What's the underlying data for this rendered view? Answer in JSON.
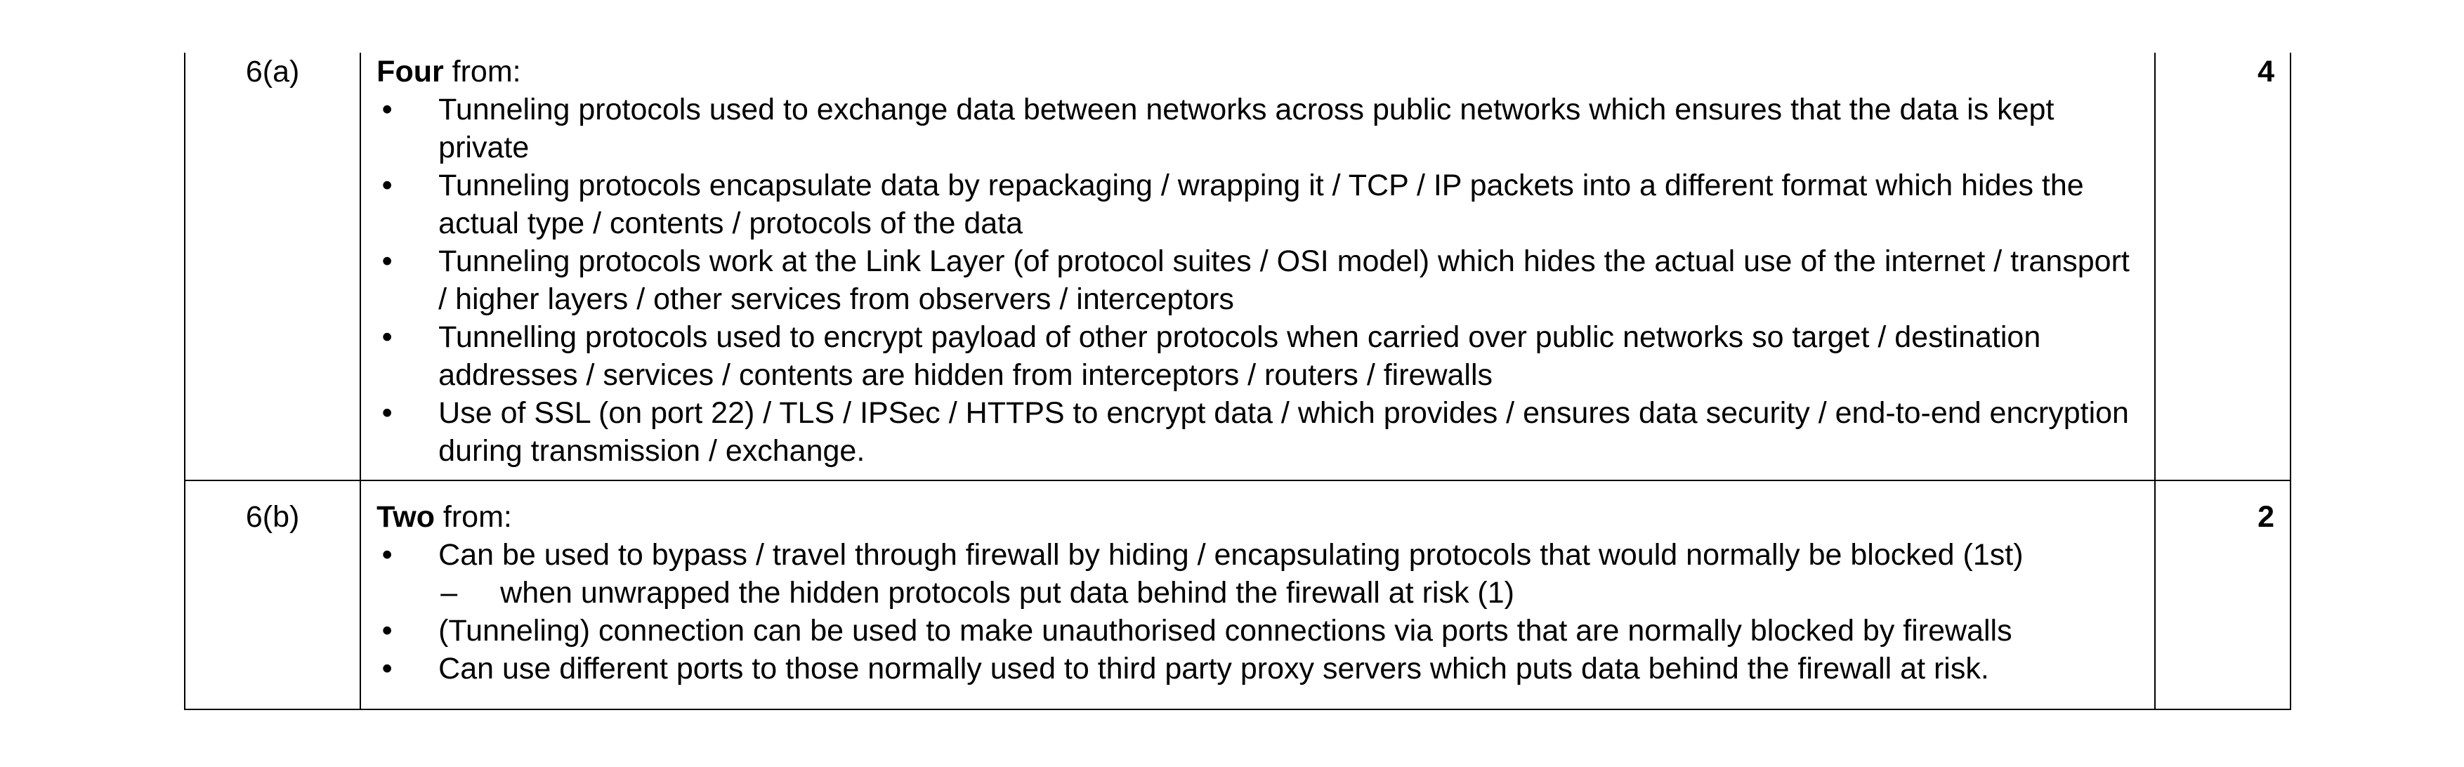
{
  "rows": [
    {
      "question": "6(a)",
      "intro_bold": "Four",
      "intro_rest": " from:",
      "marks": "4",
      "points": [
        "Tunneling protocols used to exchange data between networks across public networks which ensures that the data is kept private",
        "Tunneling protocols encapsulate data by repackaging / wrapping it / TCP / IP packets into a different format which hides the actual type / contents / protocols of the data",
        "Tunneling protocols work at the Link Layer (of protocol suites / OSI model) which hides the actual use of the internet / transport / higher layers / other services from observers / interceptors",
        "Tunnelling protocols used to encrypt payload of other protocols when carried over public networks so target / destination addresses / services / contents are hidden from interceptors / routers / firewalls",
        "Use of SSL (on port 22) / TLS / IPSec / HTTPS to encrypt data / which provides / ensures data security / end-to-end encryption during transmission / exchange."
      ]
    },
    {
      "question": "6(b)",
      "intro_bold": "Two",
      "intro_rest": " from:",
      "marks": "2",
      "points": [
        "Can be used to bypass / travel through firewall by hiding / encapsulating protocols that would normally be blocked (1st)",
        "(Tunneling) connection can be used to make unauthorised connections via ports that are normally blocked by firewalls",
        "Can use different ports to those normally used to third party proxy servers which puts data behind the firewall at risk."
      ],
      "subpoint": "when unwrapped the hidden protocols put data behind the firewall at risk (1)"
    }
  ],
  "bullet_glyph": "•",
  "dash_glyph": "–"
}
